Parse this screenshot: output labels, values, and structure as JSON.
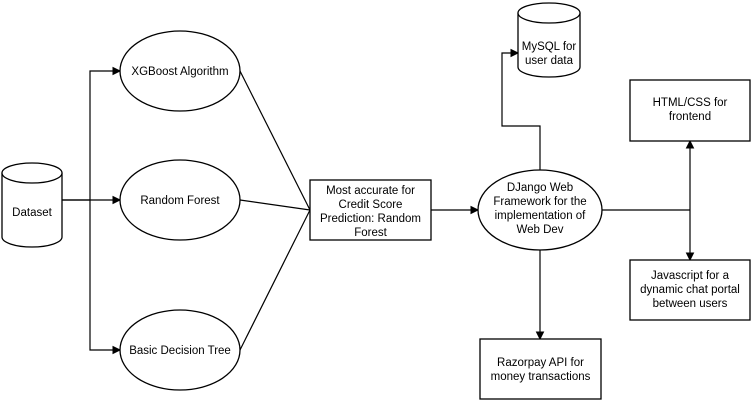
{
  "nodes": {
    "dataset": {
      "label": "Dataset"
    },
    "xgboost": {
      "label": "XGBoost Algorithm"
    },
    "random_forest": {
      "label": "Random Forest"
    },
    "decision_tree": {
      "label": "Basic Decision Tree"
    },
    "result": {
      "lines": [
        "Most accurate for",
        "Credit Score",
        "Prediction: Random",
        "Forest"
      ]
    },
    "django": {
      "lines": [
        "DJango Web",
        "Framework for the",
        "implementation of",
        "Web Dev"
      ]
    },
    "mysql": {
      "lines": [
        "MySQL for",
        "user data"
      ]
    },
    "html_css": {
      "lines": [
        "HTML/CSS for",
        "frontend"
      ]
    },
    "javascript": {
      "lines": [
        "Javascript for a",
        "dynamic chat portal",
        "between users"
      ]
    },
    "razorpay": {
      "lines": [
        "Razorpay API for",
        "money transactions"
      ]
    }
  }
}
